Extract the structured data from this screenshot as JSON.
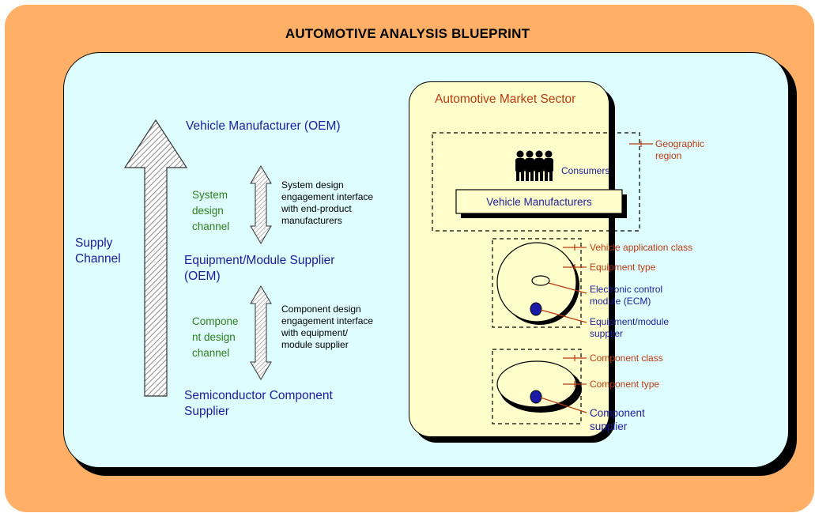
{
  "title": "AUTOMOTIVE ANALYSIS BLUEPRINT",
  "supply_chain": {
    "supply_channel": "Supply\nChannel",
    "vehicle_manufacturer": "Vehicle Manufacturer (OEM)",
    "equipment_supplier": "Equipment/Module Supplier\n(OEM)",
    "semiconductor_supplier": "Semiconductor Component\nSupplier",
    "system_channel": "System\ndesign\nchannel",
    "system_interface": "System design\nengagement interface\nwith end-product\nmanufacturers",
    "component_channel": "Compone\nnt design\nchannel",
    "component_interface": "Component design\nengagement interface\nwith equipment/\nmodule supplier"
  },
  "sector": {
    "title": "Automotive Market Sector",
    "geographic_region": "Geographic\nregion",
    "consumers": "Consumers",
    "vehicle_manufacturers": "Vehicle Manufacturers",
    "vehicle_application_class": "Vehicle application class",
    "equipment_type": "Equipment type",
    "ecm": "Electronic control\nmodule (ECM)",
    "equipment_module_supplier": "Equipment/module\nsupplier",
    "component_class": "Component class",
    "component_type": "Component type",
    "component_supplier": "Component\nsupplier"
  },
  "colors": {
    "outer": "#FFB066",
    "panel": "#DDFDFE",
    "sector": "#FFFFCC",
    "navy": "#1C1C9A",
    "green": "#2E7D1E",
    "red": "#B83A12"
  }
}
